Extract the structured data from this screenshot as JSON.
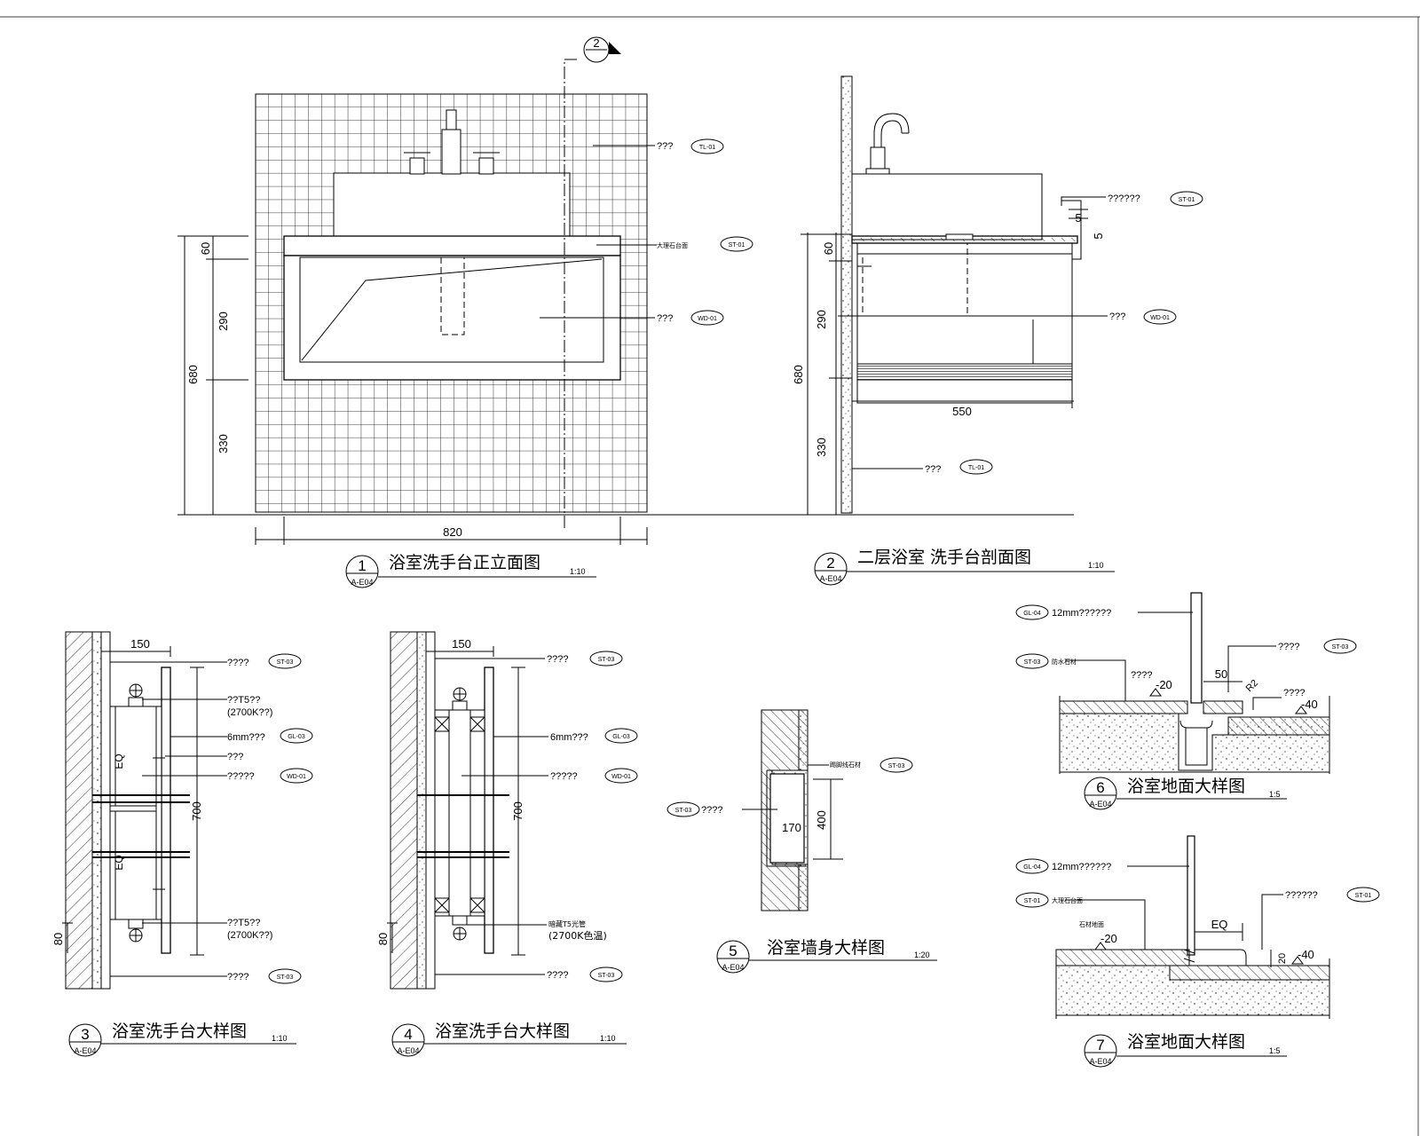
{
  "drawings": [
    {
      "id": "d1",
      "num": "1",
      "ref": "A-E04",
      "title": "浴室洗手台正立面图",
      "scale": "1:10"
    },
    {
      "id": "d2",
      "num": "2",
      "ref": "A-E04",
      "title": "二层浴室  洗手台剖面图",
      "scale": "1:10"
    },
    {
      "id": "d3",
      "num": "3",
      "ref": "A-E04",
      "title": "浴室洗手台大样图",
      "scale": "1:10"
    },
    {
      "id": "d4",
      "num": "4",
      "ref": "A-E04",
      "title": "浴室洗手台大样图",
      "scale": "1:10"
    },
    {
      "id": "d5",
      "num": "5",
      "ref": "A-E04",
      "title": "浴室墙身大样图",
      "scale": "1:20"
    },
    {
      "id": "d6",
      "num": "6",
      "ref": "A-E04",
      "title": "浴室地面大样图",
      "scale": "1:5"
    },
    {
      "id": "d7",
      "num": "7",
      "ref": "A-E04",
      "title": "浴室地面大样图",
      "scale": "1:5"
    }
  ],
  "section_marker": "2",
  "dims": {
    "d1": [
      "60",
      "290",
      "680",
      "330",
      "820"
    ],
    "d2": [
      "5",
      "5",
      "60",
      "290",
      "680",
      "330",
      "550"
    ],
    "d3": [
      "150",
      "EQ",
      "EQ",
      "700",
      "80"
    ],
    "d4": [
      "150",
      "700",
      "80"
    ],
    "d5": [
      "400",
      "170"
    ],
    "d6": [
      "50",
      "R2",
      "-20",
      "-40"
    ],
    "d7": [
      "EQ",
      "20",
      "-20",
      "-40"
    ]
  },
  "notes": {
    "d1": [
      "???",
      "大理石台面",
      "???"
    ],
    "d2": [
      "??????",
      "???",
      "???"
    ],
    "d3": [
      "????",
      "??T5??",
      "(2700K??)",
      "6mm???",
      "???",
      "?????",
      "??T5??",
      "(2700K??)",
      "????"
    ],
    "d4": [
      "????",
      "6mm???",
      "?????",
      "暗藏T5光管",
      "(2700K色温)",
      "????"
    ],
    "d5": [
      "踢脚线石材",
      "????"
    ],
    "d6": [
      "12mm??????",
      "????",
      "防水石材",
      "????",
      "????"
    ],
    "d7": [
      "12mm??????",
      "??????",
      "大理石台面",
      "石材地面"
    ]
  },
  "tags": {
    "d1": [
      "TL-01",
      "ST-01",
      "WD-01"
    ],
    "d2": [
      "ST-01",
      "WD-01",
      "TL-01"
    ],
    "d3": [
      "ST-03",
      "GL-03",
      "WD-01",
      "ST-03"
    ],
    "d4": [
      "ST-03",
      "GL-03",
      "WD-01",
      "ST-03"
    ],
    "d5": [
      "ST-03",
      "ST-03"
    ],
    "d6": [
      "GL-04",
      "ST-03",
      "ST-03"
    ],
    "d7": [
      "GL-04",
      "ST-01",
      "ST-01"
    ]
  }
}
